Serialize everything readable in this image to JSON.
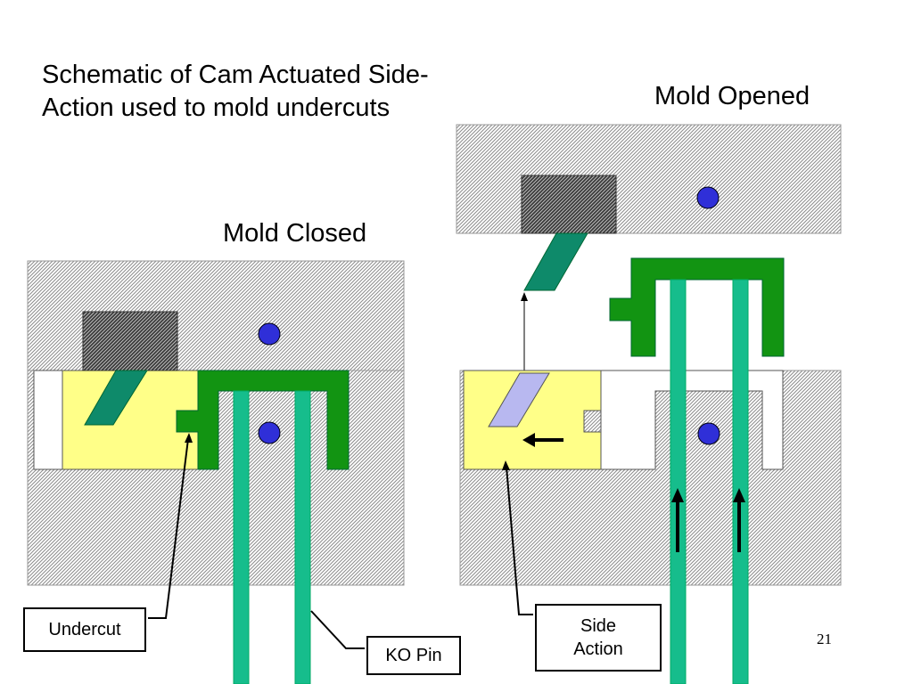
{
  "slide": {
    "title": "Schematic of Cam Actuated Side-Action used to mold undercuts",
    "caption_closed": "Mold Closed",
    "caption_opened": "Mold Opened",
    "page_number": "21"
  },
  "callouts": {
    "undercut": "Undercut",
    "ko_pin": "KO Pin",
    "side_action_line1": "Side",
    "side_action_line2": "Action"
  },
  "colors": {
    "mold_hatch": "#8c8c8c",
    "cam_block": "#4d4d4d",
    "side_action": "#ffff88",
    "part": "#129412",
    "ko_pin": "#16bd8c",
    "cam_pin": "#0e8a6a",
    "cam_pin_retracted": "#b8b8f0",
    "water_line": "#2f2fd8"
  }
}
